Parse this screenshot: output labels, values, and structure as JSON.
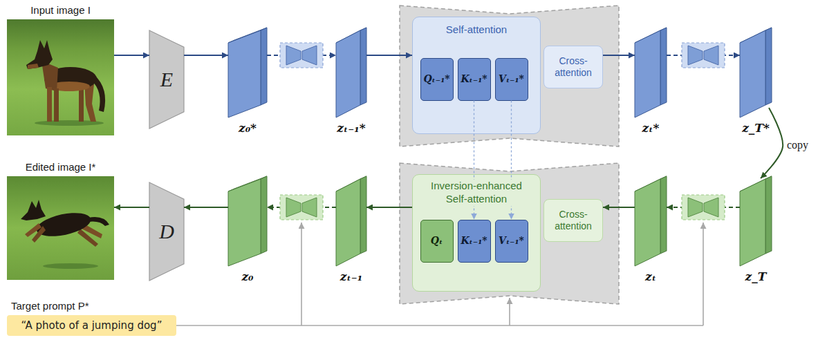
{
  "diagram": {
    "nodes": [
      {
        "text": [
          "Input image I"
        ]
      },
      {
        "text": [
          "E"
        ]
      },
      {
        "text": [
          "z₀*"
        ]
      },
      {
        "text": [
          "zₜ₋₁*"
        ]
      },
      {
        "text": [
          "Self-attention"
        ]
      },
      {
        "text": [
          "Qₜ₋₁*"
        ],
        "in": 4
      },
      {
        "text": [
          "Kₜ₋₁*"
        ],
        "in": 4
      },
      {
        "text": [
          "Vₜ₋₁*"
        ],
        "in": 4
      },
      {
        "text": [
          "Cross- attention"
        ]
      },
      {
        "text": [
          "zₜ*"
        ]
      },
      {
        "text": [
          "z_T*"
        ]
      },
      {
        "text": [
          "Edited image I*"
        ]
      },
      {
        "text": [
          "D"
        ]
      },
      {
        "text": [
          "z₀"
        ]
      },
      {
        "text": [
          "zₜ₋₁"
        ]
      },
      {
        "text": [
          "Inversion-enhanced Self-attention"
        ]
      },
      {
        "text": [
          "Qₜ"
        ],
        "in": 15
      },
      {
        "text": [
          "Kₜ₋₁*"
        ],
        "in": 15
      },
      {
        "text": [
          "Vₜ₋₁*"
        ],
        "in": 15
      },
      {
        "text": [
          "Cross- attention"
        ]
      },
      {
        "text": [
          "zₜ"
        ]
      },
      {
        "text": [
          "z_T"
        ]
      },
      {
        "text": [
          "Target prompt P*",
          "“A photo of a jumping dog”"
        ]
      }
    ],
    "edges": [
      {
        "from": 0,
        "to": 1,
        "arrow": "to"
      },
      {
        "from": 1,
        "to": 2,
        "arrow": "to"
      },
      {
        "from": 2,
        "to": 3,
        "arrow": "to"
      },
      {
        "from": 3,
        "to": 4,
        "arrow": "to"
      },
      {
        "from": 8,
        "to": 9,
        "arrow": "to"
      },
      {
        "from": 9,
        "to": 10,
        "arrow": "to"
      },
      {
        "from": 10,
        "to": 21,
        "label": "copy",
        "arrow": "to"
      },
      {
        "from": 21,
        "to": 20,
        "arrow": "to"
      },
      {
        "from": 20,
        "to": 19,
        "arrow": "to"
      },
      {
        "from": 15,
        "to": 14,
        "arrow": "to"
      },
      {
        "from": 14,
        "to": 13,
        "arrow": "to"
      },
      {
        "from": 13,
        "to": 12,
        "arrow": "to"
      },
      {
        "from": 12,
        "to": 11,
        "arrow": "to"
      },
      {
        "from": 6,
        "to": 17,
        "arrow": "to"
      },
      {
        "from": 7,
        "to": 18,
        "arrow": "to"
      }
    ]
  }
}
